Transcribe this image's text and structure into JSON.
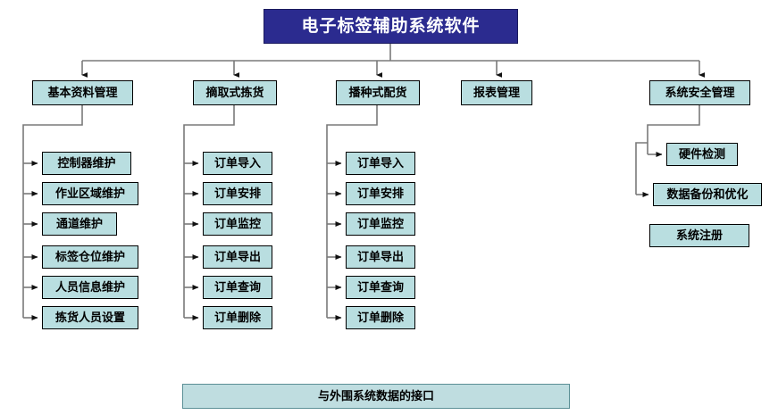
{
  "diagram": {
    "title": "电子标签辅助系统软件",
    "type": "organization-chart",
    "colors": {
      "root_fill": "#2b2b8f",
      "root_text": "#ffffff",
      "node_fill": "#b9dee0",
      "node_border": "#000000",
      "connector": "#7a7a7a",
      "footer_fill": "#bfdde0",
      "background": "#ffffff"
    },
    "root": {
      "label": "电子标签辅助系统软件"
    },
    "branches": [
      {
        "label": "基本资料管理",
        "children": [
          "控制器维护",
          "作业区域维护",
          "通道维护",
          "标签仓位维护",
          "人员信息维护",
          "拣货人员设置"
        ]
      },
      {
        "label": "摘取式拣货",
        "children": [
          "订单导入",
          "订单安排",
          "订单监控",
          "订单导出",
          "订单查询",
          "订单删除"
        ]
      },
      {
        "label": "播种式配货",
        "children": [
          "订单导入",
          "订单安排",
          "订单监控",
          "订单导出",
          "订单查询",
          "订单删除"
        ]
      },
      {
        "label": "报表管理",
        "children": []
      },
      {
        "label": "系统安全管理",
        "children": [
          "硬件检测",
          "数据备份和优化",
          "系统注册"
        ]
      }
    ],
    "footer": {
      "label": "与外围系统数据的接口"
    }
  }
}
